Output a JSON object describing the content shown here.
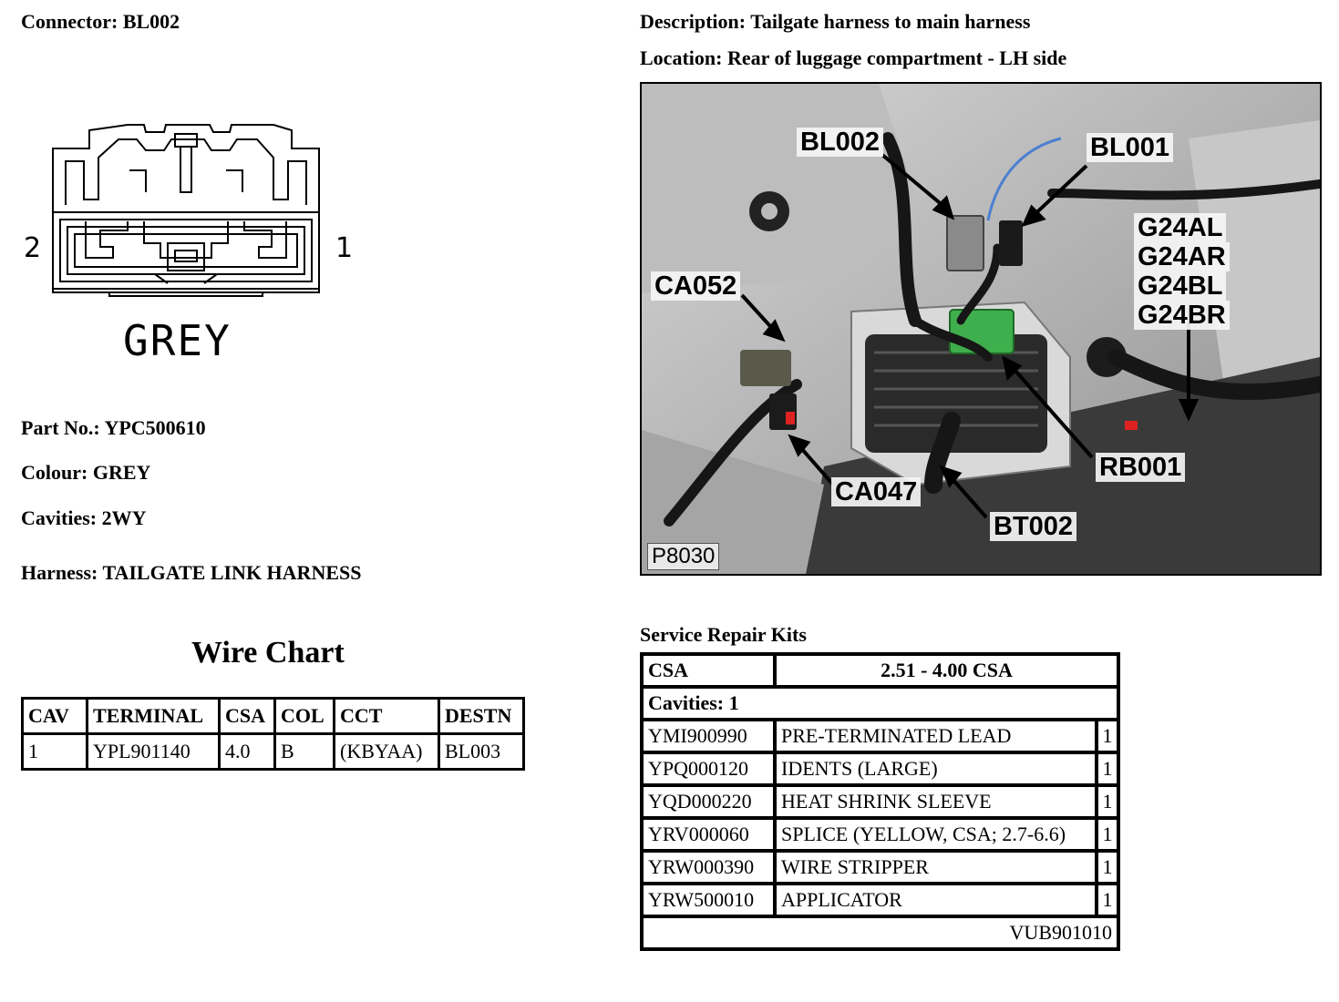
{
  "connector": {
    "label": "Connector:",
    "value": "BL002"
  },
  "description": {
    "label": "Description:",
    "value": "Tailgate harness to main harness"
  },
  "location": {
    "label": "Location:",
    "value": "Rear of luggage compartment - LH side"
  },
  "diagram": {
    "pin_left": "2",
    "pin_right": "1",
    "colour_label": "GREY"
  },
  "part_no": {
    "label": "Part No.:",
    "value": "YPC500610"
  },
  "colour": {
    "label": "Colour:",
    "value": "GREY"
  },
  "cavities": {
    "label": "Cavities:",
    "value": "2WY"
  },
  "harness": {
    "label": "Harness:",
    "value": "TAILGATE LINK HARNESS"
  },
  "wire_chart": {
    "title": "Wire Chart",
    "headers": [
      "CAV",
      "TERMINAL",
      "CSA",
      "COL",
      "CCT",
      "DESTN"
    ],
    "rows": [
      [
        "1",
        "YPL901140",
        "4.0",
        "B",
        "(KBYAA)",
        "BL003"
      ]
    ]
  },
  "photo": {
    "code": "P8030",
    "callouts": {
      "bl002": "BL002",
      "bl001": "BL001",
      "g24al": "G24AL",
      "g24ar": "G24AR",
      "g24bl": "G24BL",
      "g24br": "G24BR",
      "ca052": "CA052",
      "ca047": "CA047",
      "rb001": "RB001",
      "bt002": "BT002"
    }
  },
  "service_repair_kits": {
    "title": "Service Repair Kits",
    "csa_label": "CSA",
    "csa_value": "2.51 - 4.00 CSA",
    "cavities": "Cavities: 1",
    "items": [
      [
        "YMI900990",
        "PRE-TERMINATED LEAD",
        "1"
      ],
      [
        "YPQ000120",
        "IDENTS (LARGE)",
        "1"
      ],
      [
        "YQD000220",
        "HEAT SHRINK SLEEVE",
        "1"
      ],
      [
        "YRV000060",
        "SPLICE (YELLOW, CSA; 2.7-6.6)",
        "1"
      ],
      [
        "YRW000390",
        "WIRE STRIPPER",
        "1"
      ],
      [
        "YRW500010",
        "APPLICATOR",
        "1"
      ]
    ],
    "kit_code": "VUB901010"
  }
}
